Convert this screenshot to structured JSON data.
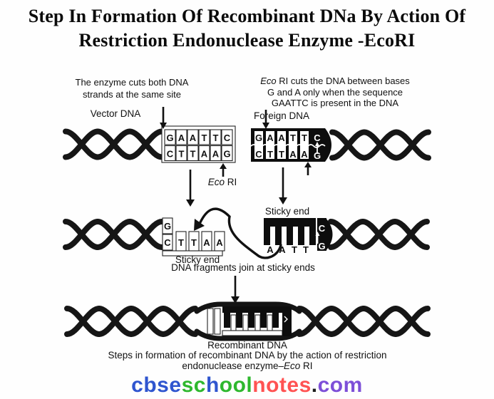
{
  "title": {
    "line1": "Step In Formation Of Recombinant DNa By Action Of",
    "line2": "Restriction Endonuclease Enzyme -EcoRI"
  },
  "diagram": {
    "left_note_line1": "The enzyme cuts both DNA",
    "left_note_line2": "strands at the same site",
    "right_note_italic": "Eco",
    "right_note_line1_rest": " RI cuts the DNA between bases",
    "right_note_line2": "G and A only when the sequence",
    "right_note_line3": "GAATTC is present in the DNA",
    "vector_label": "Vector DNA",
    "foreign_label": "Foreign DNA",
    "vector_top_bases": [
      "G",
      "A",
      "A",
      "T",
      "T",
      "C"
    ],
    "vector_bottom_bases": [
      "C",
      "T",
      "T",
      "A",
      "A",
      "G"
    ],
    "foreign_top_bases": [
      "G",
      "A",
      "A",
      "T",
      "T"
    ],
    "foreign_bottom_bases": [
      "C",
      "T",
      "T",
      "A",
      "A"
    ],
    "foreign_right_top": "C",
    "foreign_right_bottom": "G",
    "ecori_italic": "Eco",
    "ecori_rest": " RI",
    "sticky_end_right": "Sticky end",
    "sticky_end_left": "Sticky end",
    "left_frag_top": "G",
    "left_frag_bottom": "C",
    "left_frag_bases": [
      "T",
      "T",
      "A",
      "A"
    ],
    "right_frag_bases": [
      "A",
      "A",
      "T",
      "T"
    ],
    "right_frag_top": "C",
    "right_frag_bottom": "G",
    "join_label": "DNA fragments join at sticky ends",
    "recombinant_label": "Recombinant DNA",
    "caption_line1": "Steps in formation of recombinant DNA by the action of restriction",
    "caption_line2_pre": "endonuclease enzyme–",
    "caption_line2_italic": "Eco",
    "caption_line2_post": " RI"
  },
  "watermark": {
    "runs": [
      {
        "text": "cbse",
        "color": "#2f55cf"
      },
      {
        "text": "sc",
        "color": "#2eb82e"
      },
      {
        "text": "h",
        "color": "#2f55cf"
      },
      {
        "text": "ool",
        "color": "#2eb82e"
      },
      {
        "text": "notes",
        "color": "#ff5252"
      },
      {
        "text": ".",
        "color": "#1c1c1c"
      },
      {
        "text": "com",
        "color": "#7d4fd8"
      }
    ]
  }
}
